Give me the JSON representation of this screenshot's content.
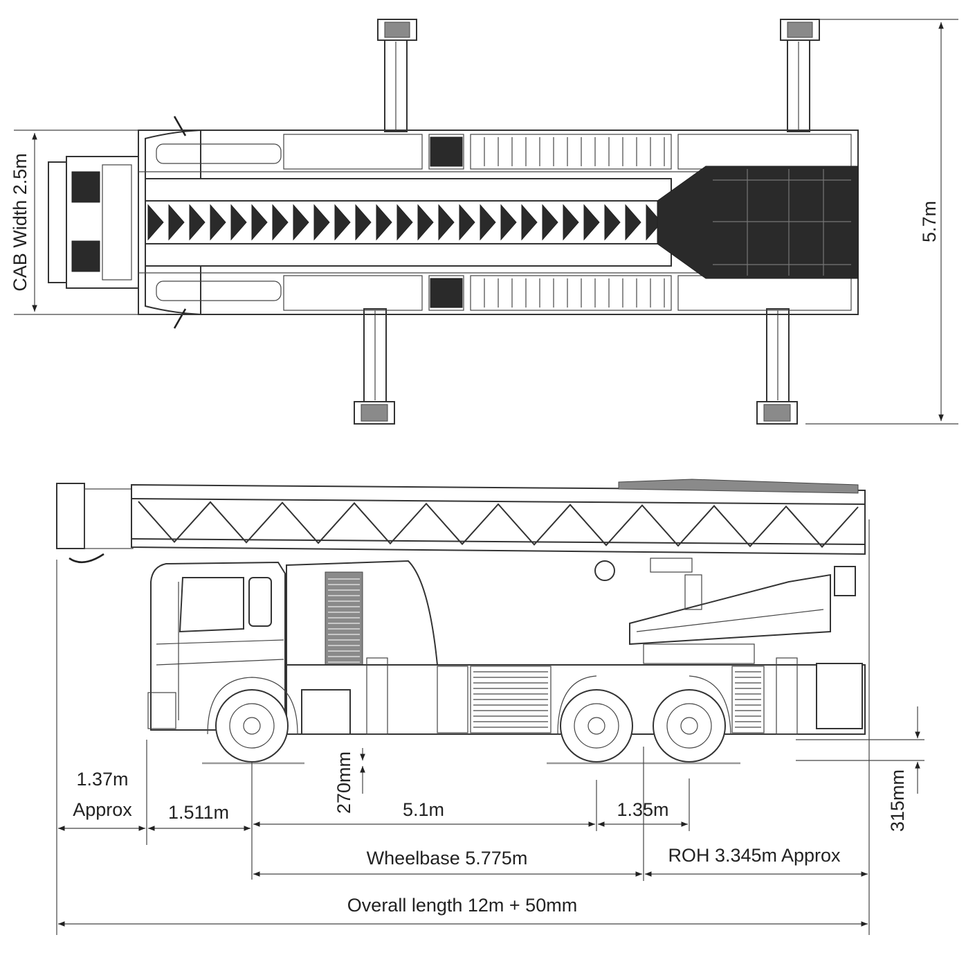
{
  "dimensions": {
    "cab_width": "CAB Width 2.5m",
    "outrigger_span": "5.7m",
    "front_overhang_value": "1.37m",
    "front_overhang_note": "Approx",
    "front_axle_offset": "1.511m",
    "ground_clearance_front": "270mm",
    "axle_spacing_main": "5.1m",
    "rear_axle_spacing": "1.35m",
    "ground_clearance_rear": "315mm",
    "wheelbase": "Wheelbase 5.775m",
    "rear_overhang": "ROH 3.345m Approx",
    "overall_length": "Overall length 12m + 50mm"
  },
  "colors": {
    "line": "#333333",
    "dark_fill": "#2a2a2a",
    "mid_fill": "#8a8a8a"
  }
}
